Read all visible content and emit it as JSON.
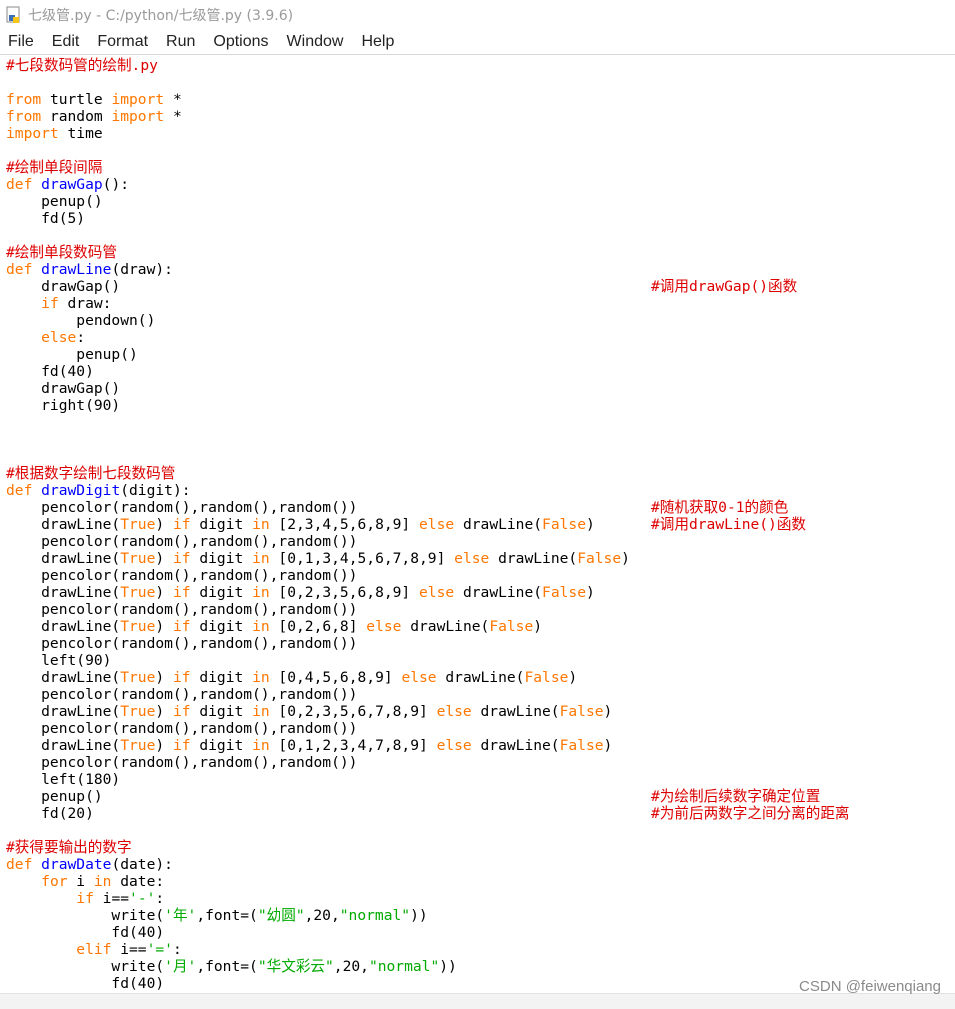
{
  "window": {
    "title": "七级管.py - C:/python/七级管.py (3.9.6)"
  },
  "menubar": {
    "items": [
      "File",
      "Edit",
      "Format",
      "Run",
      "Options",
      "Window",
      "Help"
    ]
  },
  "code": {
    "lines": [
      "#七段数码管的绘制.py",
      "",
      "from turtle import *",
      "from random import *",
      "import time",
      "",
      "#绘制单段间隔",
      "def drawGap():",
      "    penup()",
      "    fd(5)",
      "",
      "#绘制单段数码管",
      "def drawLine(draw):",
      "    drawGap()                                                            #调用drawGap()函数",
      "    if draw:",
      "        pendown()",
      "    else:",
      "        penup()",
      "    fd(40)",
      "    drawGap()",
      "    right(90)",
      "",
      "",
      "",
      "#根据数字绘制七段数码管",
      "def drawDigit(digit):",
      "    pencolor(random(),random(),random())                                  #随机获取0-1的颜色",
      "    drawLine(True) if digit in [2,3,4,5,6,8,9] else drawLine(False)      #调用drawLine()函数",
      "    pencolor(random(),random(),random())",
      "    drawLine(True) if digit in [0,1,3,4,5,6,7,8,9] else drawLine(False)",
      "    pencolor(random(),random(),random())",
      "    drawLine(True) if digit in [0,2,3,5,6,8,9] else drawLine(False)",
      "    pencolor(random(),random(),random())",
      "    drawLine(True) if digit in [0,2,6,8] else drawLine(False)",
      "    pencolor(random(),random(),random())",
      "    left(90)",
      "    drawLine(True) if digit in [0,4,5,6,8,9] else drawLine(False)",
      "    pencolor(random(),random(),random())",
      "    drawLine(True) if digit in [0,2,3,5,6,7,8,9] else drawLine(False)",
      "    pencolor(random(),random(),random())",
      "    drawLine(True) if digit in [0,1,2,3,4,7,8,9] else drawLine(False)",
      "    pencolor(random(),random(),random())",
      "    left(180)",
      "    penup()                                                              #为绘制后续数字确定位置",
      "    fd(20)                                                               #为前后两数字之间分离的距离",
      "",
      "#获得要输出的数字",
      "def drawDate(date):",
      "    for i in date:",
      "        if i=='-':",
      "            write('年',font=(\"幼圆\",20,\"normal\"))",
      "            fd(40)",
      "        elif i=='=':",
      "            write('月',font=(\"华文彩云\",20,\"normal\"))",
      "            fd(40)"
    ]
  },
  "watermark": "CSDN @feiwenqiang",
  "colors": {
    "comment": "#dd0000",
    "keyword": "#ff7700",
    "defname": "#0000ff",
    "builtin": "#900090",
    "string": "#00aa00"
  }
}
